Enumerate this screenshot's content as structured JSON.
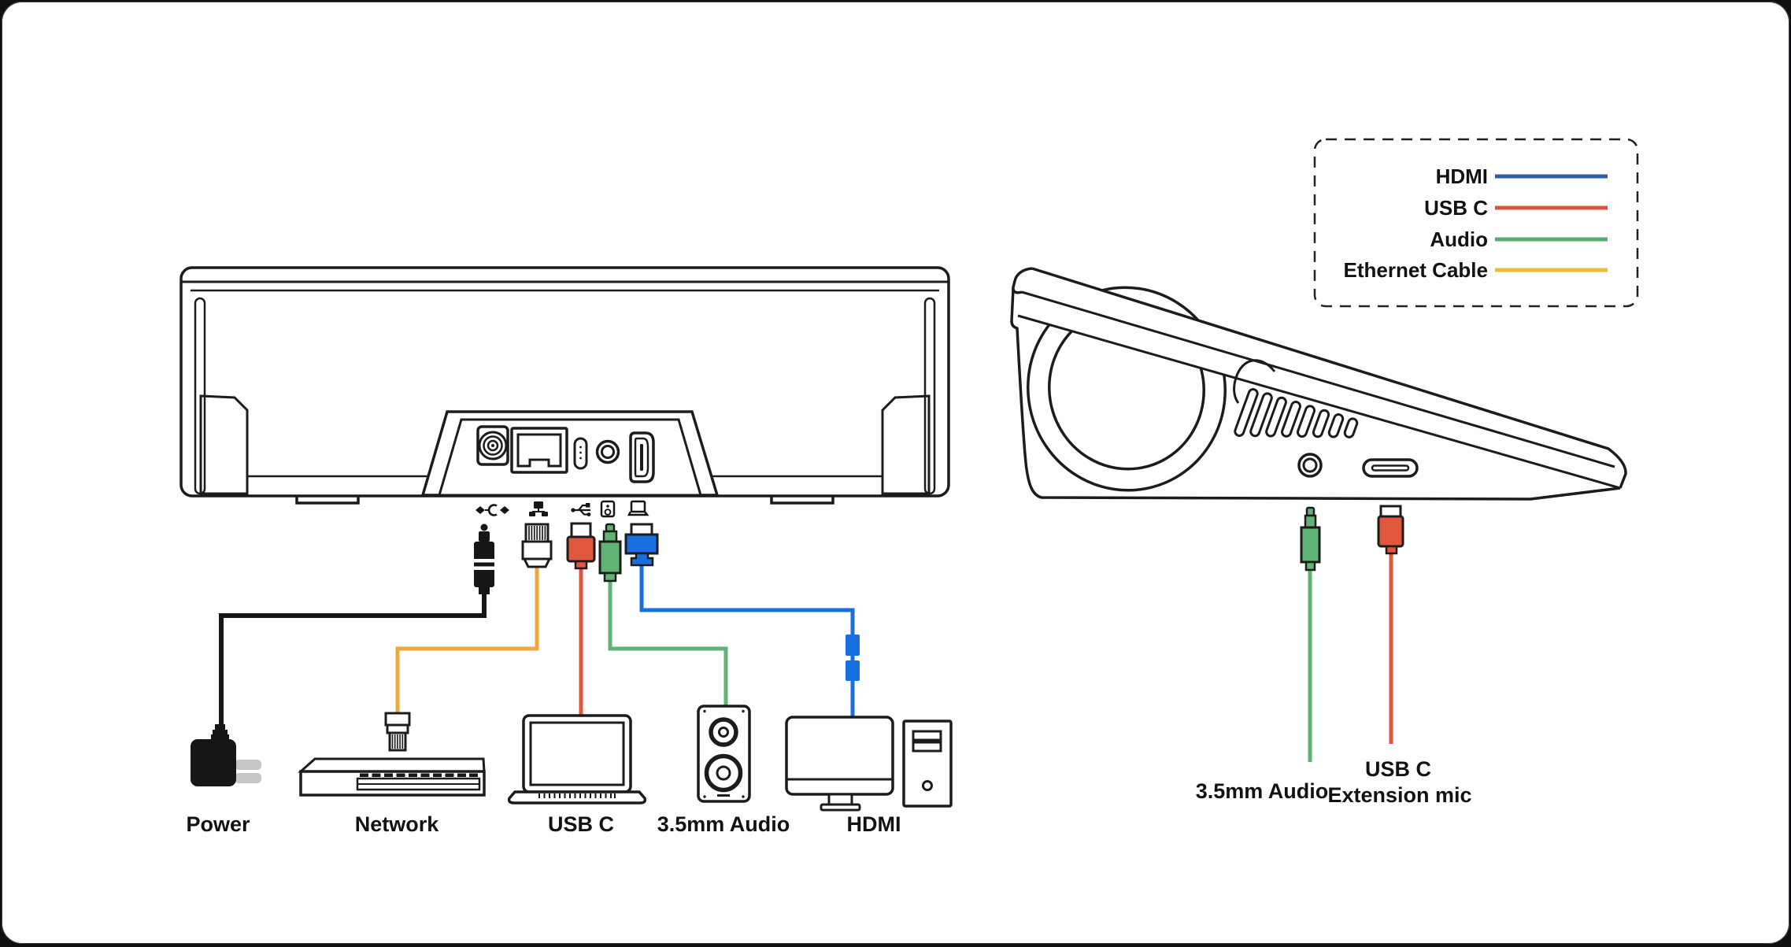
{
  "canvas": {
    "background": "#101013",
    "surface": "#ffffff"
  },
  "colors": {
    "outline": "#1c1c1c",
    "hdmi_cable": "#1a6fe0",
    "usbc_cable": "#e0573c",
    "audio_cable": "#5fb374",
    "ethernet_cable": "#edaa3b",
    "power_cable": "#161616",
    "prong_gray": "#c6c6c6"
  },
  "legend": {
    "items": [
      {
        "label": "HDMI",
        "color": "#2d5fa9"
      },
      {
        "label": "USB C",
        "color": "#d8543e"
      },
      {
        "label": "Audio",
        "color": "#57ad6e"
      },
      {
        "label": "Ethernet Cable",
        "color": "#eebb33"
      }
    ]
  },
  "back_view": {
    "ports": [
      "dc-power",
      "ethernet",
      "usb-c",
      "3.5mm-audio",
      "hdmi"
    ],
    "port_icons": [
      "dc-power-icon",
      "network-icon",
      "usb-icon",
      "speaker-icon",
      "display-icon"
    ],
    "endpoints": [
      {
        "id": "power",
        "label": "Power"
      },
      {
        "id": "network",
        "label": "Network"
      },
      {
        "id": "usb-c",
        "label": "USB C"
      },
      {
        "id": "audio",
        "label": "3.5mm Audio"
      },
      {
        "id": "hdmi",
        "label": "HDMI"
      }
    ]
  },
  "side_view": {
    "ports": [
      "3.5mm-audio",
      "usb-c"
    ],
    "labels": {
      "audio": "3.5mm Audio",
      "usbc_line1": "USB C",
      "usbc_line2": "Extension mic"
    }
  }
}
